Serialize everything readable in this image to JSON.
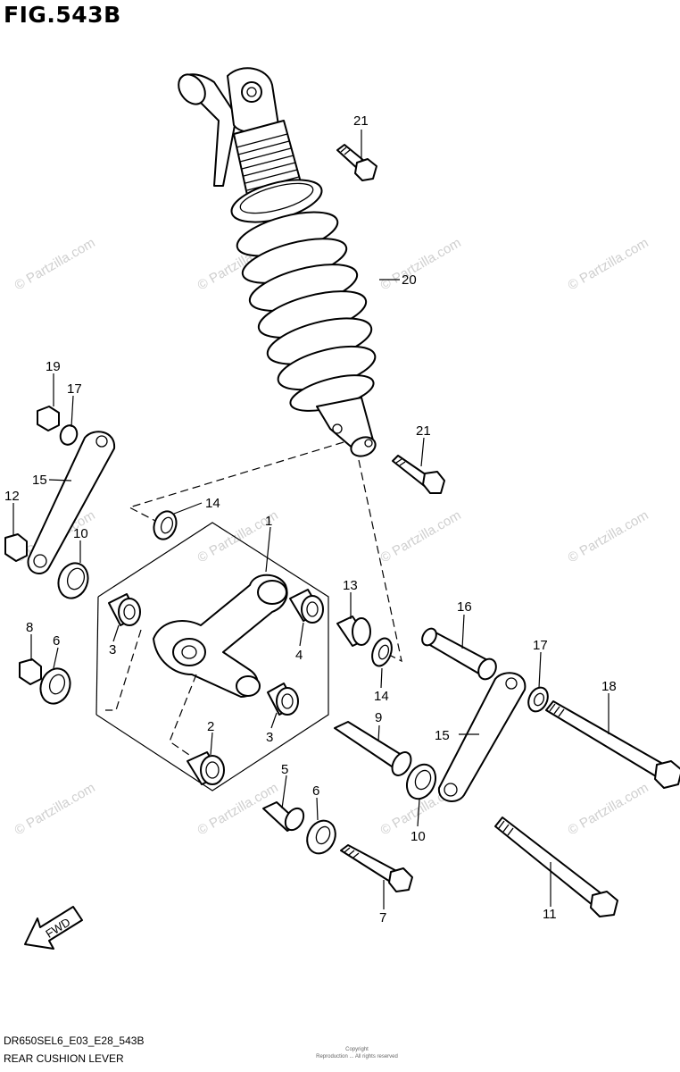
{
  "figure": {
    "title": "FIG.543B",
    "code": "DR650SEL6_E03_E28_543B",
    "name": "REAR CUSHION LEVER",
    "fine_print_1": "Copyright",
    "fine_print_2": "Reproduction ... All rights reserved"
  },
  "watermark": "© Partzilla.com",
  "fwd_label": "FWD",
  "callouts": [
    "21",
    "20",
    "19",
    "17",
    "15",
    "12",
    "10",
    "14",
    "1",
    "3",
    "4",
    "8",
    "6",
    "2",
    "5",
    "7",
    "13",
    "16",
    "14",
    "9",
    "17",
    "18",
    "15",
    "10",
    "11",
    "21",
    "3",
    "6"
  ]
}
